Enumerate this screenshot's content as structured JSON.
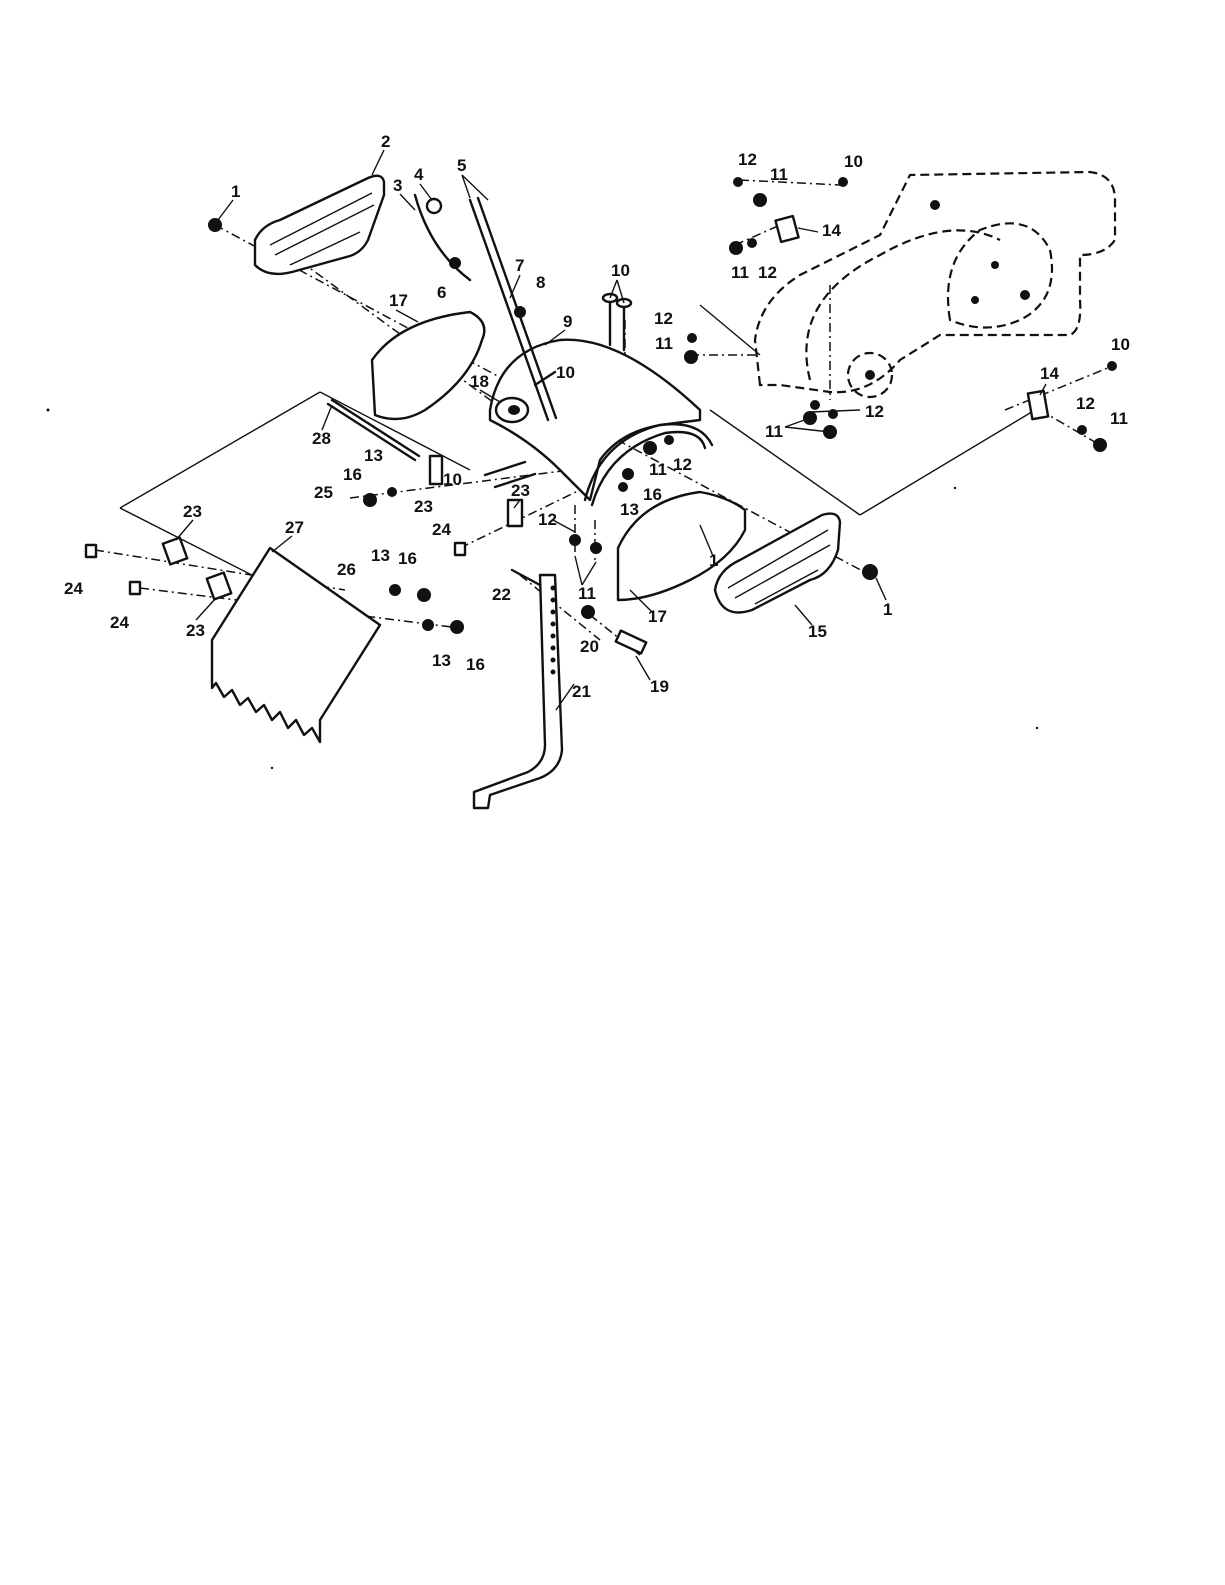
{
  "callouts": [
    {
      "label": "1"
    },
    {
      "label": "2"
    },
    {
      "label": "3"
    },
    {
      "label": "4"
    },
    {
      "label": "5"
    },
    {
      "label": "6"
    },
    {
      "label": "7"
    },
    {
      "label": "8"
    },
    {
      "label": "9"
    },
    {
      "label": "10"
    },
    {
      "label": "10"
    },
    {
      "label": "10"
    },
    {
      "label": "10"
    },
    {
      "label": "10"
    },
    {
      "label": "11"
    },
    {
      "label": "11"
    },
    {
      "label": "11"
    },
    {
      "label": "11"
    },
    {
      "label": "11"
    },
    {
      "label": "11"
    },
    {
      "label": "11"
    },
    {
      "label": "12"
    },
    {
      "label": "12"
    },
    {
      "label": "12"
    },
    {
      "label": "12"
    },
    {
      "label": "12"
    },
    {
      "label": "12"
    },
    {
      "label": "12"
    },
    {
      "label": "13"
    },
    {
      "label": "13"
    },
    {
      "label": "13"
    },
    {
      "label": "13"
    },
    {
      "label": "14"
    },
    {
      "label": "14"
    },
    {
      "label": "15"
    },
    {
      "label": "16"
    },
    {
      "label": "16"
    },
    {
      "label": "16"
    },
    {
      "label": "16"
    },
    {
      "label": "17"
    },
    {
      "label": "17"
    },
    {
      "label": "18"
    },
    {
      "label": "19"
    },
    {
      "label": "20"
    },
    {
      "label": "21"
    },
    {
      "label": "22"
    },
    {
      "label": "23"
    },
    {
      "label": "23"
    },
    {
      "label": "23"
    },
    {
      "label": "23"
    },
    {
      "label": "24"
    },
    {
      "label": "24"
    },
    {
      "label": "24"
    },
    {
      "label": "25"
    },
    {
      "label": "26"
    },
    {
      "label": "27"
    },
    {
      "label": "28"
    },
    {
      "label": "1"
    },
    {
      "label": "1"
    }
  ]
}
